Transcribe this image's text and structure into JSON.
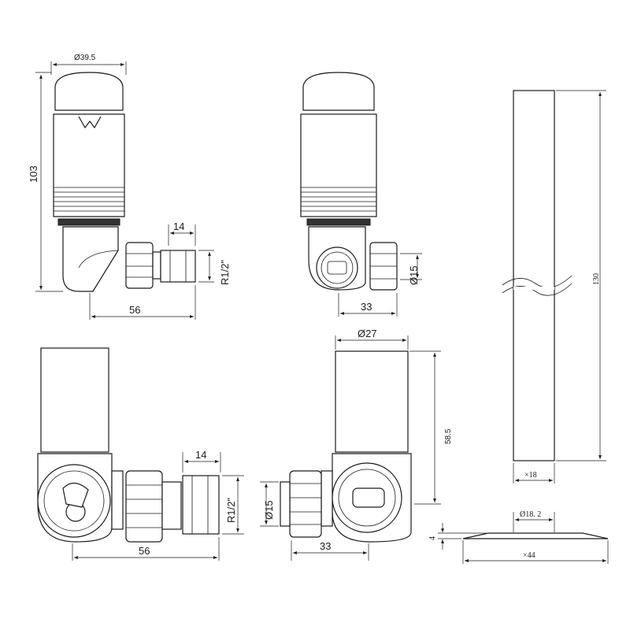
{
  "dimensions": {
    "head_diameter": "Ø39.5",
    "valve_height": "103",
    "thread_length_top": "14",
    "thread_top": "R1/2\"",
    "width_top": "56",
    "pipe_diameter_top": "Ø15",
    "offset_top": "33",
    "pipe_length": "130",
    "pipe_diameter": "×18",
    "thread_length_bottom": "14",
    "thread_bottom": "R1/2\"",
    "width_bottom": "56",
    "body_diameter": "Ø27",
    "body_height": "58.5",
    "pipe_diameter_bottom": "Ø15",
    "offset_bottom": "33",
    "collar_inner": "Ø18. 2",
    "collar_thickness": "4",
    "collar_outer": "×44"
  }
}
